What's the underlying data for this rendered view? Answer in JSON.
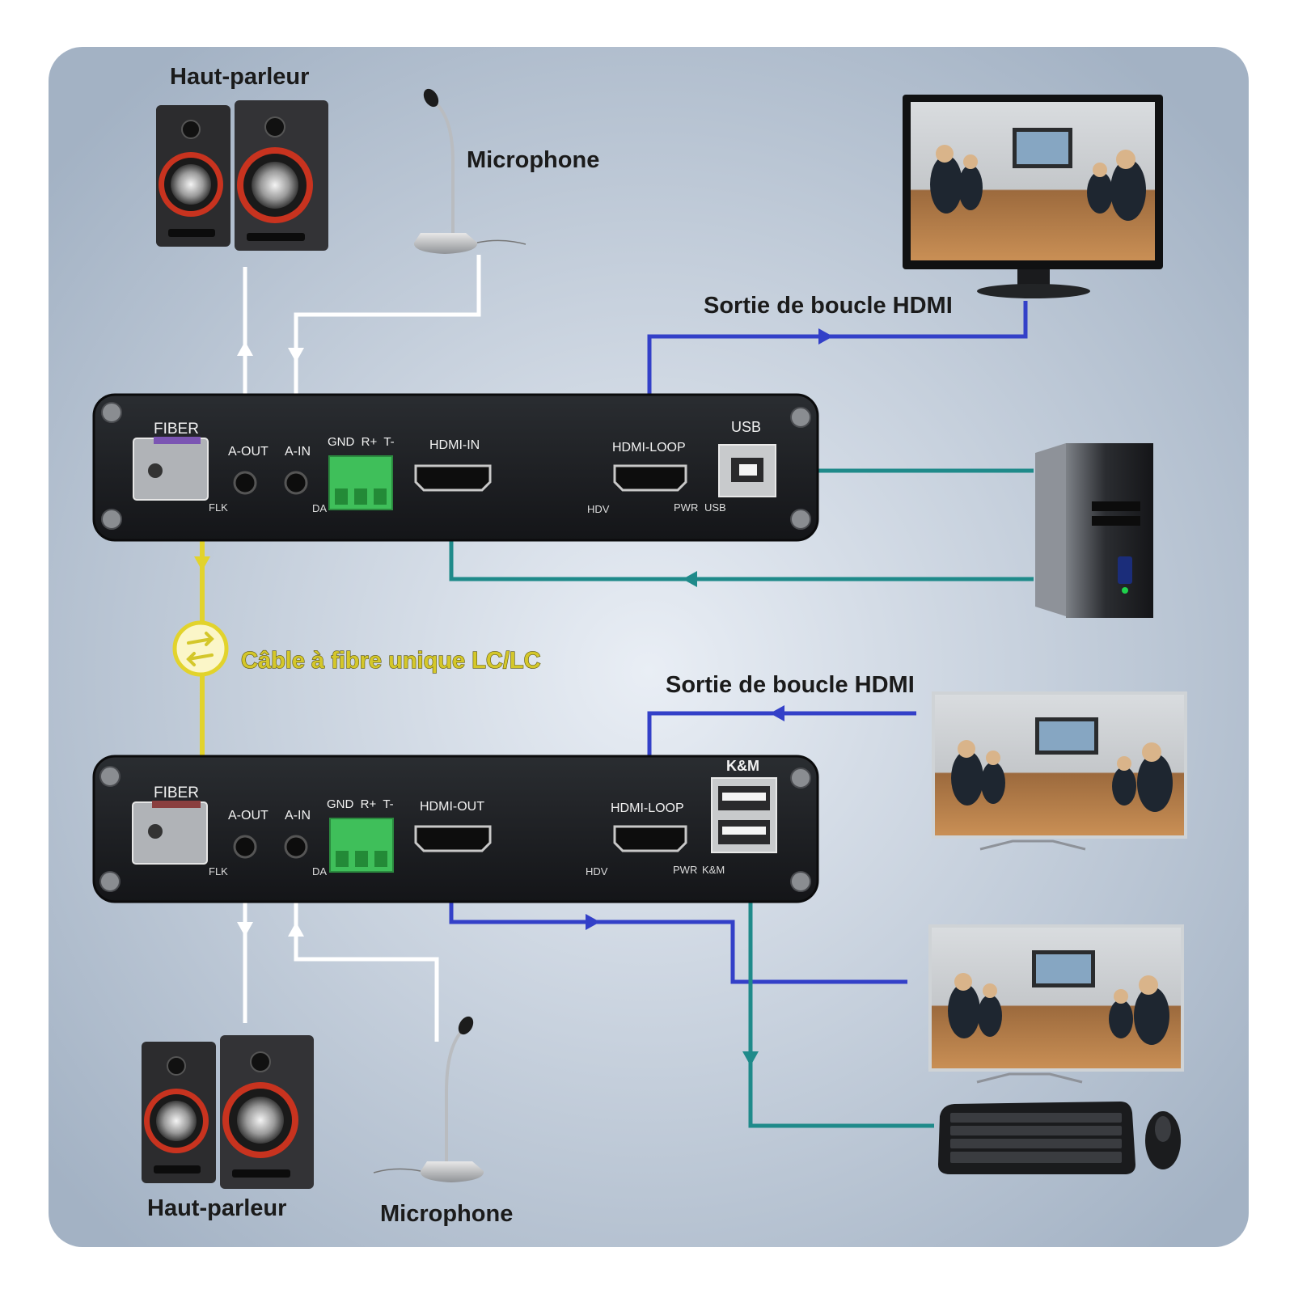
{
  "labels": {
    "speaker_top": "Haut-parleur",
    "mic_top": "Microphone",
    "hdmi_loop_out_top": "Sortie de boucle HDMI",
    "fiber_cable": "Câble à fibre unique LC/LC",
    "hdmi_loop_out_bottom": "Sortie de boucle HDMI",
    "speaker_bottom": "Haut-parleur",
    "mic_bottom": "Microphone"
  },
  "transmitter": {
    "fiber": "FIBER",
    "a_out": "A-OUT",
    "a_in": "A-IN",
    "terminal": "GND  R+  T-",
    "hdmi_in": "HDMI-IN",
    "hdmi_loop": "HDMI-LOOP",
    "usb": "USB",
    "flk": "FLK",
    "da": "DA",
    "hdv": "HDV",
    "pwr": "PWR",
    "usb_led": "USB"
  },
  "receiver": {
    "fiber": "FIBER",
    "a_out": "A-OUT",
    "a_in": "A-IN",
    "terminal": "GND  R+  T-",
    "hdmi_out": "HDMI-OUT",
    "hdmi_loop": "HDMI-LOOP",
    "km": "K&M",
    "flk": "FLK",
    "da": "DA",
    "hdv": "HDV",
    "pwr": "PWR",
    "km_led": "K&M"
  },
  "colors": {
    "background": "#b7c4d3",
    "device": "#1c1e21",
    "hdmi_line": "#3340c8",
    "usb_line": "#1f8a8a",
    "audio_line": "#ffffff",
    "fiber_line": "#e2d32c",
    "terminal_block": "#3fbf5a"
  }
}
